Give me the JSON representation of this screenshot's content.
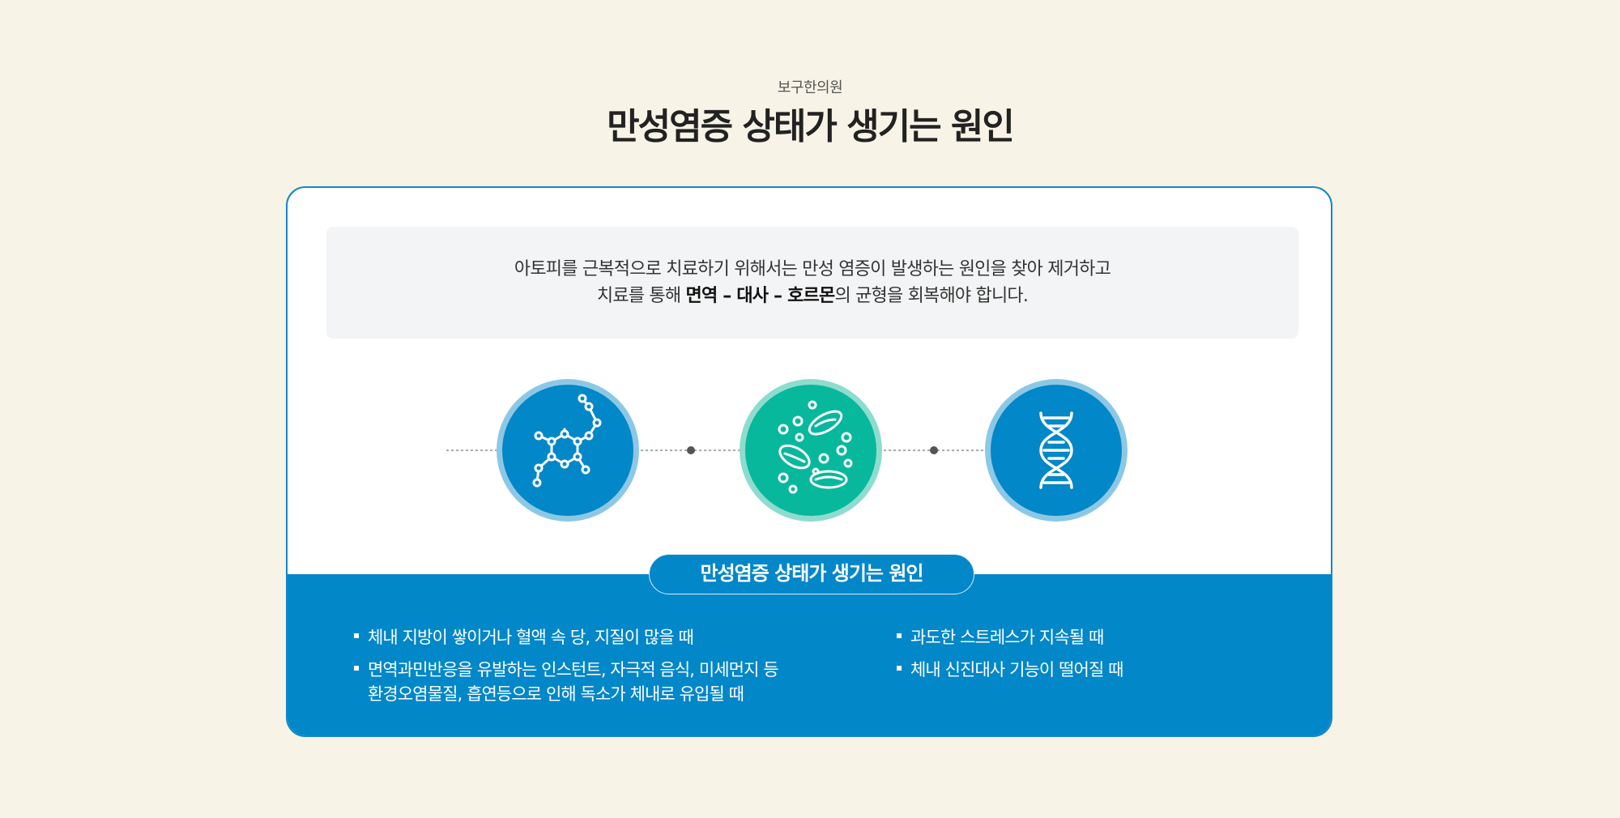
{
  "header": {
    "subtitle": "보구한의원",
    "title": "만성염증 상태가 생기는 원인"
  },
  "intro": {
    "line1": "아토피를 근복적으로 치료하기 위해서는 만성 염증이 발생하는 원인을 찾아 제거하고",
    "line2_prefix": "치료를 통해 ",
    "line2_bold": "면역 – 대사 – 호르몬",
    "line2_suffix": "의 균형을 회복해야 합니다."
  },
  "icons": [
    {
      "name": "molecule-icon",
      "bg": "#0287c8",
      "ring": "#8cc8e6"
    },
    {
      "name": "bacteria-icon",
      "bg": "#07b89c",
      "ring": "#8edcce"
    },
    {
      "name": "dna-icon",
      "bg": "#0287c8",
      "ring": "#8cc8e6"
    }
  ],
  "causes": {
    "label": "만성염증 상태가 생기는 원인",
    "left": [
      "체내 지방이 쌓이거나 혈액 속 당, 지질이 많을 때",
      "면역과민반응을 유발하는 인스턴트, 자극적 음식, 미세먼지 등\n환경오염물질, 흡연등으로 인해 독소가 체내로 유입될 때"
    ],
    "right": [
      "과도한 스트레스가 지속될 때",
      "체내 신진대사 기능이 떨어질 때"
    ]
  },
  "colors": {
    "background": "#f7f3e7",
    "primary_blue": "#0287c8",
    "teal": "#07b89c",
    "intro_box": "#f3f4f5"
  }
}
